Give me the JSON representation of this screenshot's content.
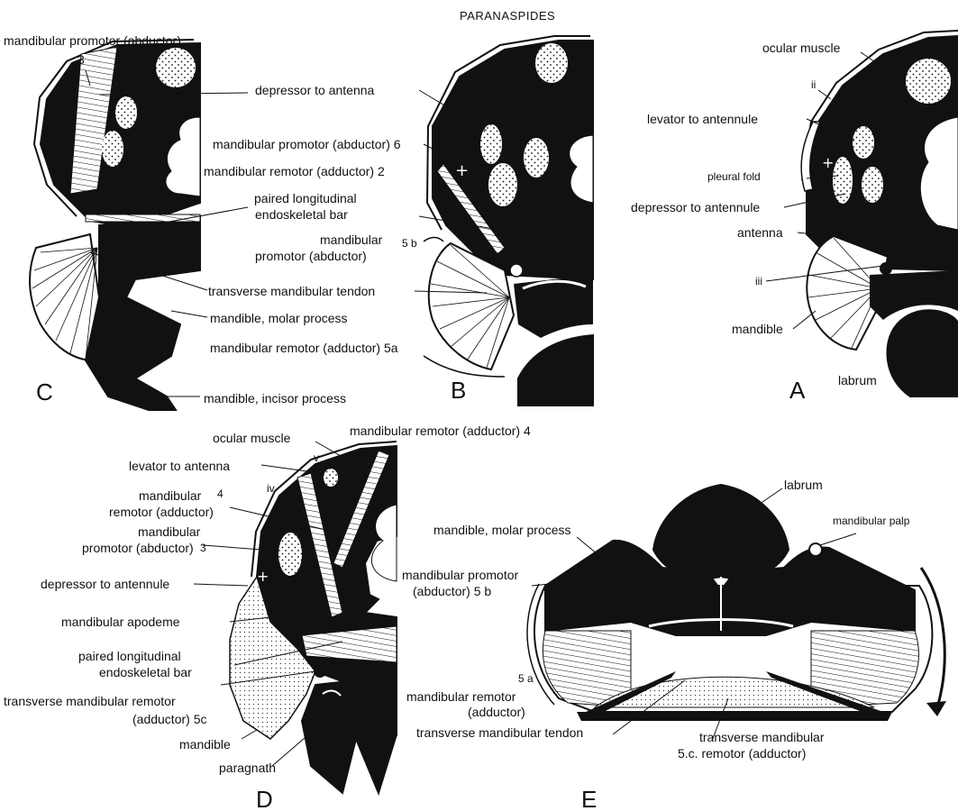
{
  "title": "PARANASPIDES",
  "panels": {
    "A": {
      "letter": "A",
      "labels": {
        "ocular_muscle": "ocular muscle",
        "ii": "ii",
        "levator_antennule": "levator to antennule",
        "pleural_fold": "pleural fold",
        "depressor_antennule": "depressor to antennule",
        "antenna": "antenna",
        "iii": "iii",
        "mandible": "mandible",
        "labrum": "labrum"
      }
    },
    "B": {
      "letter": "B",
      "labels": {
        "depressor_antenna": "depressor to antenna",
        "promotor_6": "mandibular promotor (abductor) 6",
        "remotor_2": "mandibular remotor (adductor) 2",
        "paired_bar_1": "paired longitudinal",
        "paired_bar_2": "endoskeletal bar",
        "promotor_5b_1": "mandibular",
        "promotor_5b_2": "promotor (abductor)",
        "five_b": "5 b",
        "transverse_tendon": "transverse mandibular tendon",
        "molar_process": "mandible, molar process",
        "remotor_5a": "mandibular remotor (adductor) 5a"
      }
    },
    "C": {
      "letter": "C",
      "labels": {
        "promotor_3": "mandibular promotor (abductor)",
        "three": "3",
        "incisor_process": "mandible, incisor process"
      }
    },
    "D": {
      "letter": "D",
      "labels": {
        "ocular_muscle": "ocular muscle",
        "remotor_4_top": "mandibular remotor (adductor) 4",
        "v": "v",
        "levator_antenna": "levator to antenna",
        "iv": "iv",
        "remotor_4_1": "mandibular",
        "remotor_4_2": "remotor (adductor)",
        "four": "4",
        "promotor_3_1": "mandibular",
        "promotor_3_2": "promotor (abductor)",
        "three": "3",
        "depressor_antennule": "depressor to antennule",
        "apodeme": "mandibular apodeme",
        "paired_bar_1": "paired longitudinal",
        "paired_bar_2": "endoskeletal bar",
        "transverse_remotor_1": "transverse mandibular remotor",
        "transverse_remotor_2": "(adductor) 5c",
        "mandible": "mandible",
        "paragnath": "paragnath"
      }
    },
    "E": {
      "letter": "E",
      "labels": {
        "labrum": "labrum",
        "palp": "mandibular palp",
        "molar_process": "mandible, molar process",
        "promotor_5b_1": "mandibular promotor",
        "promotor_5b_2": "(abductor) 5 b",
        "five_a": "5 a",
        "remotor_5a_1": "mandibular remotor",
        "remotor_5a_2": "(adductor)",
        "transverse_tendon": "transverse mandibular tendon",
        "transverse_5c_1": "transverse mandibular",
        "transverse_5c_2": "5.c. remotor (adductor)"
      }
    }
  },
  "colors": {
    "ink": "#111111",
    "paper": "#ffffff"
  }
}
